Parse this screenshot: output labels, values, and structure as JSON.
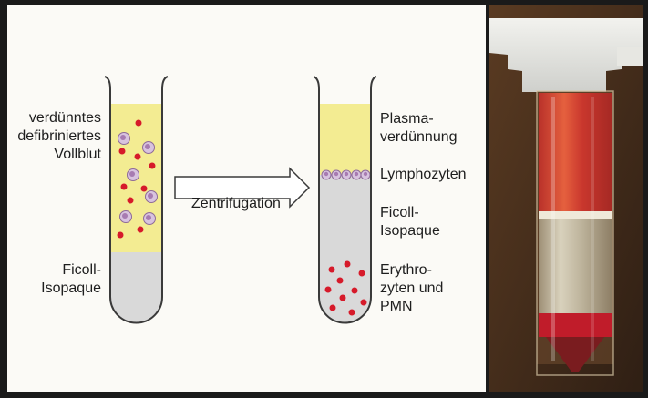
{
  "left_tube": {
    "label_blood": "verdünntes\ndefibriniertes\nVollblut",
    "label_ficoll": "Ficoll-\nIsopaque"
  },
  "arrow_label": "Zentrifugation",
  "right_tube": {
    "label_plasma": "Plasma-\nverdünnung",
    "label_lymph": "Lymphozyten",
    "label_ficoll": "Ficoll-\nIsopaque",
    "label_ery": "Erythro-\nzyten und\nPMN"
  },
  "colors": {
    "yellow": "#f3ec92",
    "grey": "#d9d9d9",
    "red": "#d61a2a",
    "lilac": "#d8c3df",
    "outline": "#3a3a3a"
  }
}
